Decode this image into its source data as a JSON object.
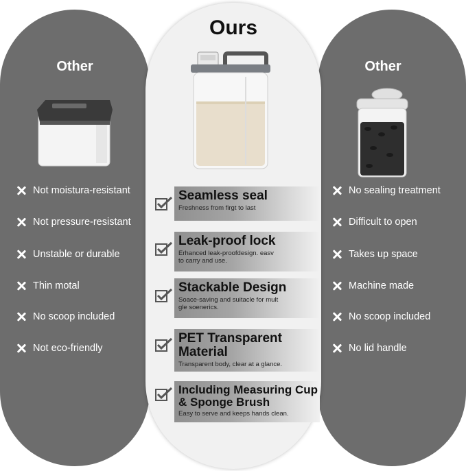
{
  "center": {
    "title": "Ours"
  },
  "left": {
    "title": "Other",
    "items": [
      "Not moistura-resistant",
      "Not pressure-resistant",
      "Unstable or durable",
      "Thin motal",
      "No scoop included",
      "Not eco-friendly"
    ]
  },
  "right": {
    "title": "Other",
    "items": [
      "No sealing treatment",
      "Difficult to open",
      "Takes up space",
      "Machine made",
      "No scoop included",
      "No lid handle"
    ]
  },
  "features": [
    {
      "title": "Seamless seal",
      "desc": "Freshness from firgt to last"
    },
    {
      "title": "Leak-proof lock",
      "desc": "Erhanced leak-proofdesign. easv to carry and use."
    },
    {
      "title": "Stackable Design",
      "desc": "Soace-saving and suitacle for mult gle soenerics."
    },
    {
      "title": "PET Transparent Material",
      "desc": "Transparent body, clear at a glance."
    },
    {
      "title": "Including Measuring Cup & Sponge Brush",
      "desc": "Easy to serve and keeps hands clean."
    }
  ],
  "colors": {
    "pill": "#6d6d6d",
    "center": "#f1f1f1",
    "check": "#555555"
  },
  "icons": [
    "x-icon",
    "check-icon"
  ]
}
